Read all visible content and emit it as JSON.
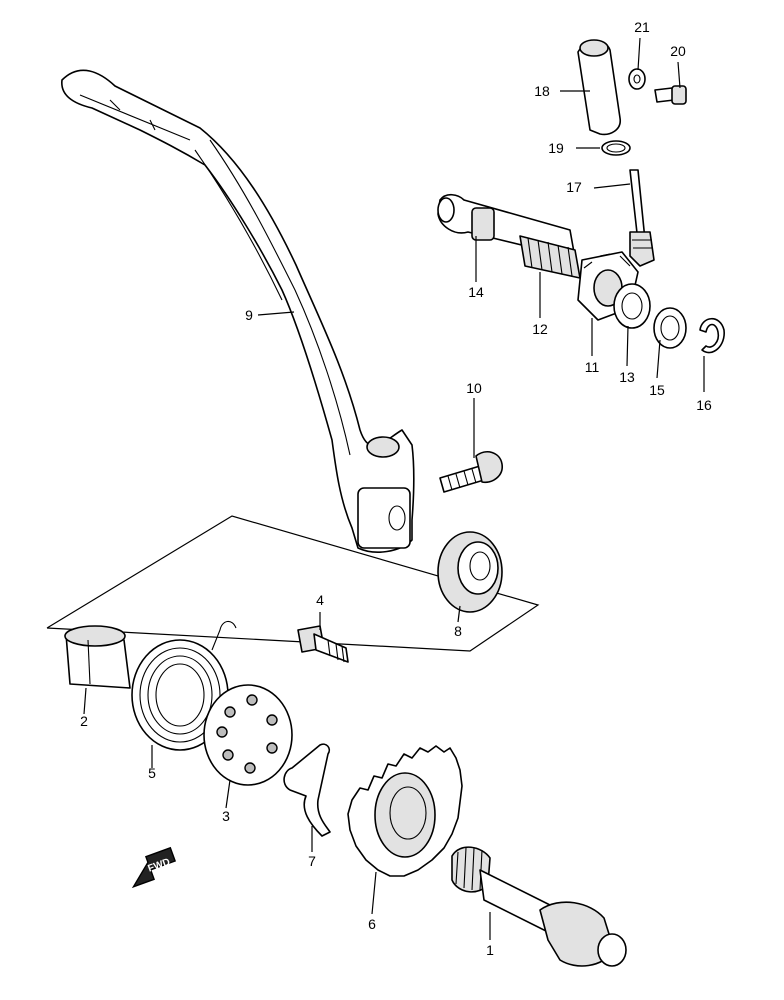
{
  "callouts": {
    "c1": "1",
    "c2": "2",
    "c3": "3",
    "c4": "4",
    "c5": "5",
    "c6": "6",
    "c7": "7",
    "c8": "8",
    "c9": "9",
    "c10": "10",
    "c11": "11",
    "c12": "12",
    "c13": "13",
    "c14": "14",
    "c15": "15",
    "c16": "16",
    "c17": "17",
    "c18": "18",
    "c19": "19",
    "c20": "20",
    "c21": "21"
  },
  "direction_arrow": {
    "label": "FWD"
  }
}
